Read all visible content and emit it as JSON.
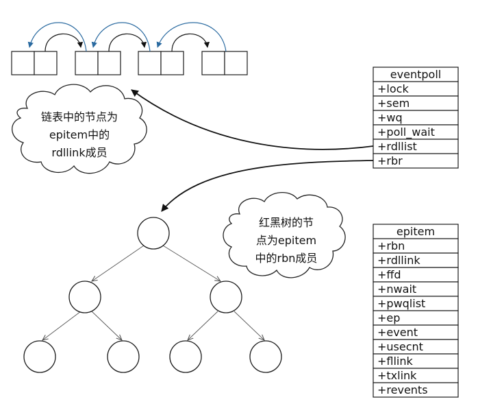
{
  "eventpoll": {
    "title": "eventpoll",
    "fields": [
      "+lock",
      "+sem",
      "+wq",
      "+poll_wait",
      "+rdllist",
      "+rbr"
    ]
  },
  "epitem": {
    "title": "epitem",
    "fields": [
      "+rbn",
      "+rdllink",
      "+ffd",
      "+nwait",
      "+pwqlist",
      "+ep",
      "+event",
      "+usecnt",
      "+fllink",
      "+txlink",
      "+revents"
    ]
  },
  "list_note": {
    "lines": [
      "链表中的节点为",
      "epitem中的",
      "rdllink成员"
    ]
  },
  "tree_note": {
    "lines": [
      "红黑树的节",
      "点为epitem",
      "中的rbn成员"
    ]
  },
  "colors": {
    "list_prev_arrow": "#2a6aa0",
    "list_next_arrow": "#111111"
  }
}
